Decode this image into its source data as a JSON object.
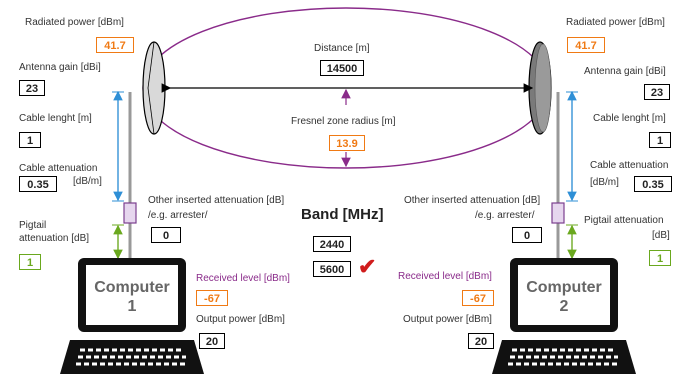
{
  "left": {
    "radiated_power_label": "Radiated power [dBm]",
    "radiated_power": "41.7",
    "antenna_gain_label": "Antenna gain [dBi]",
    "antenna_gain": "23",
    "cable_length_label": "Cable lenght [m]",
    "cable_length": "1",
    "cable_att_label_1": "Cable attenuation",
    "cable_att_label_2": "[dB/m]",
    "cable_att": "0.35",
    "pigtail_label_1": "Pigtail",
    "pigtail_label_2": "attenuation [dB]",
    "pigtail": "1",
    "other_att_label_1": "Other inserted attenuation [dB]",
    "other_att_label_2": "/e.g. arrester/",
    "other_att": "0",
    "received_label": "Received level [dBm]",
    "received": "-67",
    "output_label": "Output power [dBm]",
    "output": "20",
    "computer_line1": "Computer",
    "computer_line2": "1"
  },
  "right": {
    "radiated_power_label": "Radiated power [dBm]",
    "radiated_power": "41.7",
    "antenna_gain_label": "Antenna gain [dBi]",
    "antenna_gain": "23",
    "cable_length_label": "Cable lenght [m]",
    "cable_length": "1",
    "cable_att_label_1": "Cable attenuation",
    "cable_att_label_2": "[dB/m]",
    "cable_att": "0.35",
    "pigtail_label_1": "Pigtail attenuation",
    "pigtail_label_2": "[dB]",
    "pigtail": "1",
    "other_att_label_1": "Other inserted attenuation [dB]",
    "other_att_label_2": "/e.g. arrester/",
    "other_att": "0",
    "received_label": "Received level [dBm]",
    "received": "-67",
    "output_label": "Output power [dBm]",
    "output": "20",
    "computer_line1": "Computer",
    "computer_line2": "2"
  },
  "center": {
    "distance_label": "Distance [m]",
    "distance": "14500",
    "fresnel_label": "Fresnel zone radius [m]",
    "fresnel": "13.9",
    "band_title": "Band [MHz]",
    "band_options": [
      "2440",
      "5600"
    ]
  },
  "colors": {
    "accent_orange": "#f07a14",
    "accent_green": "#6aa81e",
    "ellipse_purple": "#8a2b8a",
    "arrow_blue": "#2e8fd6",
    "check_red": "#d01c1c"
  }
}
